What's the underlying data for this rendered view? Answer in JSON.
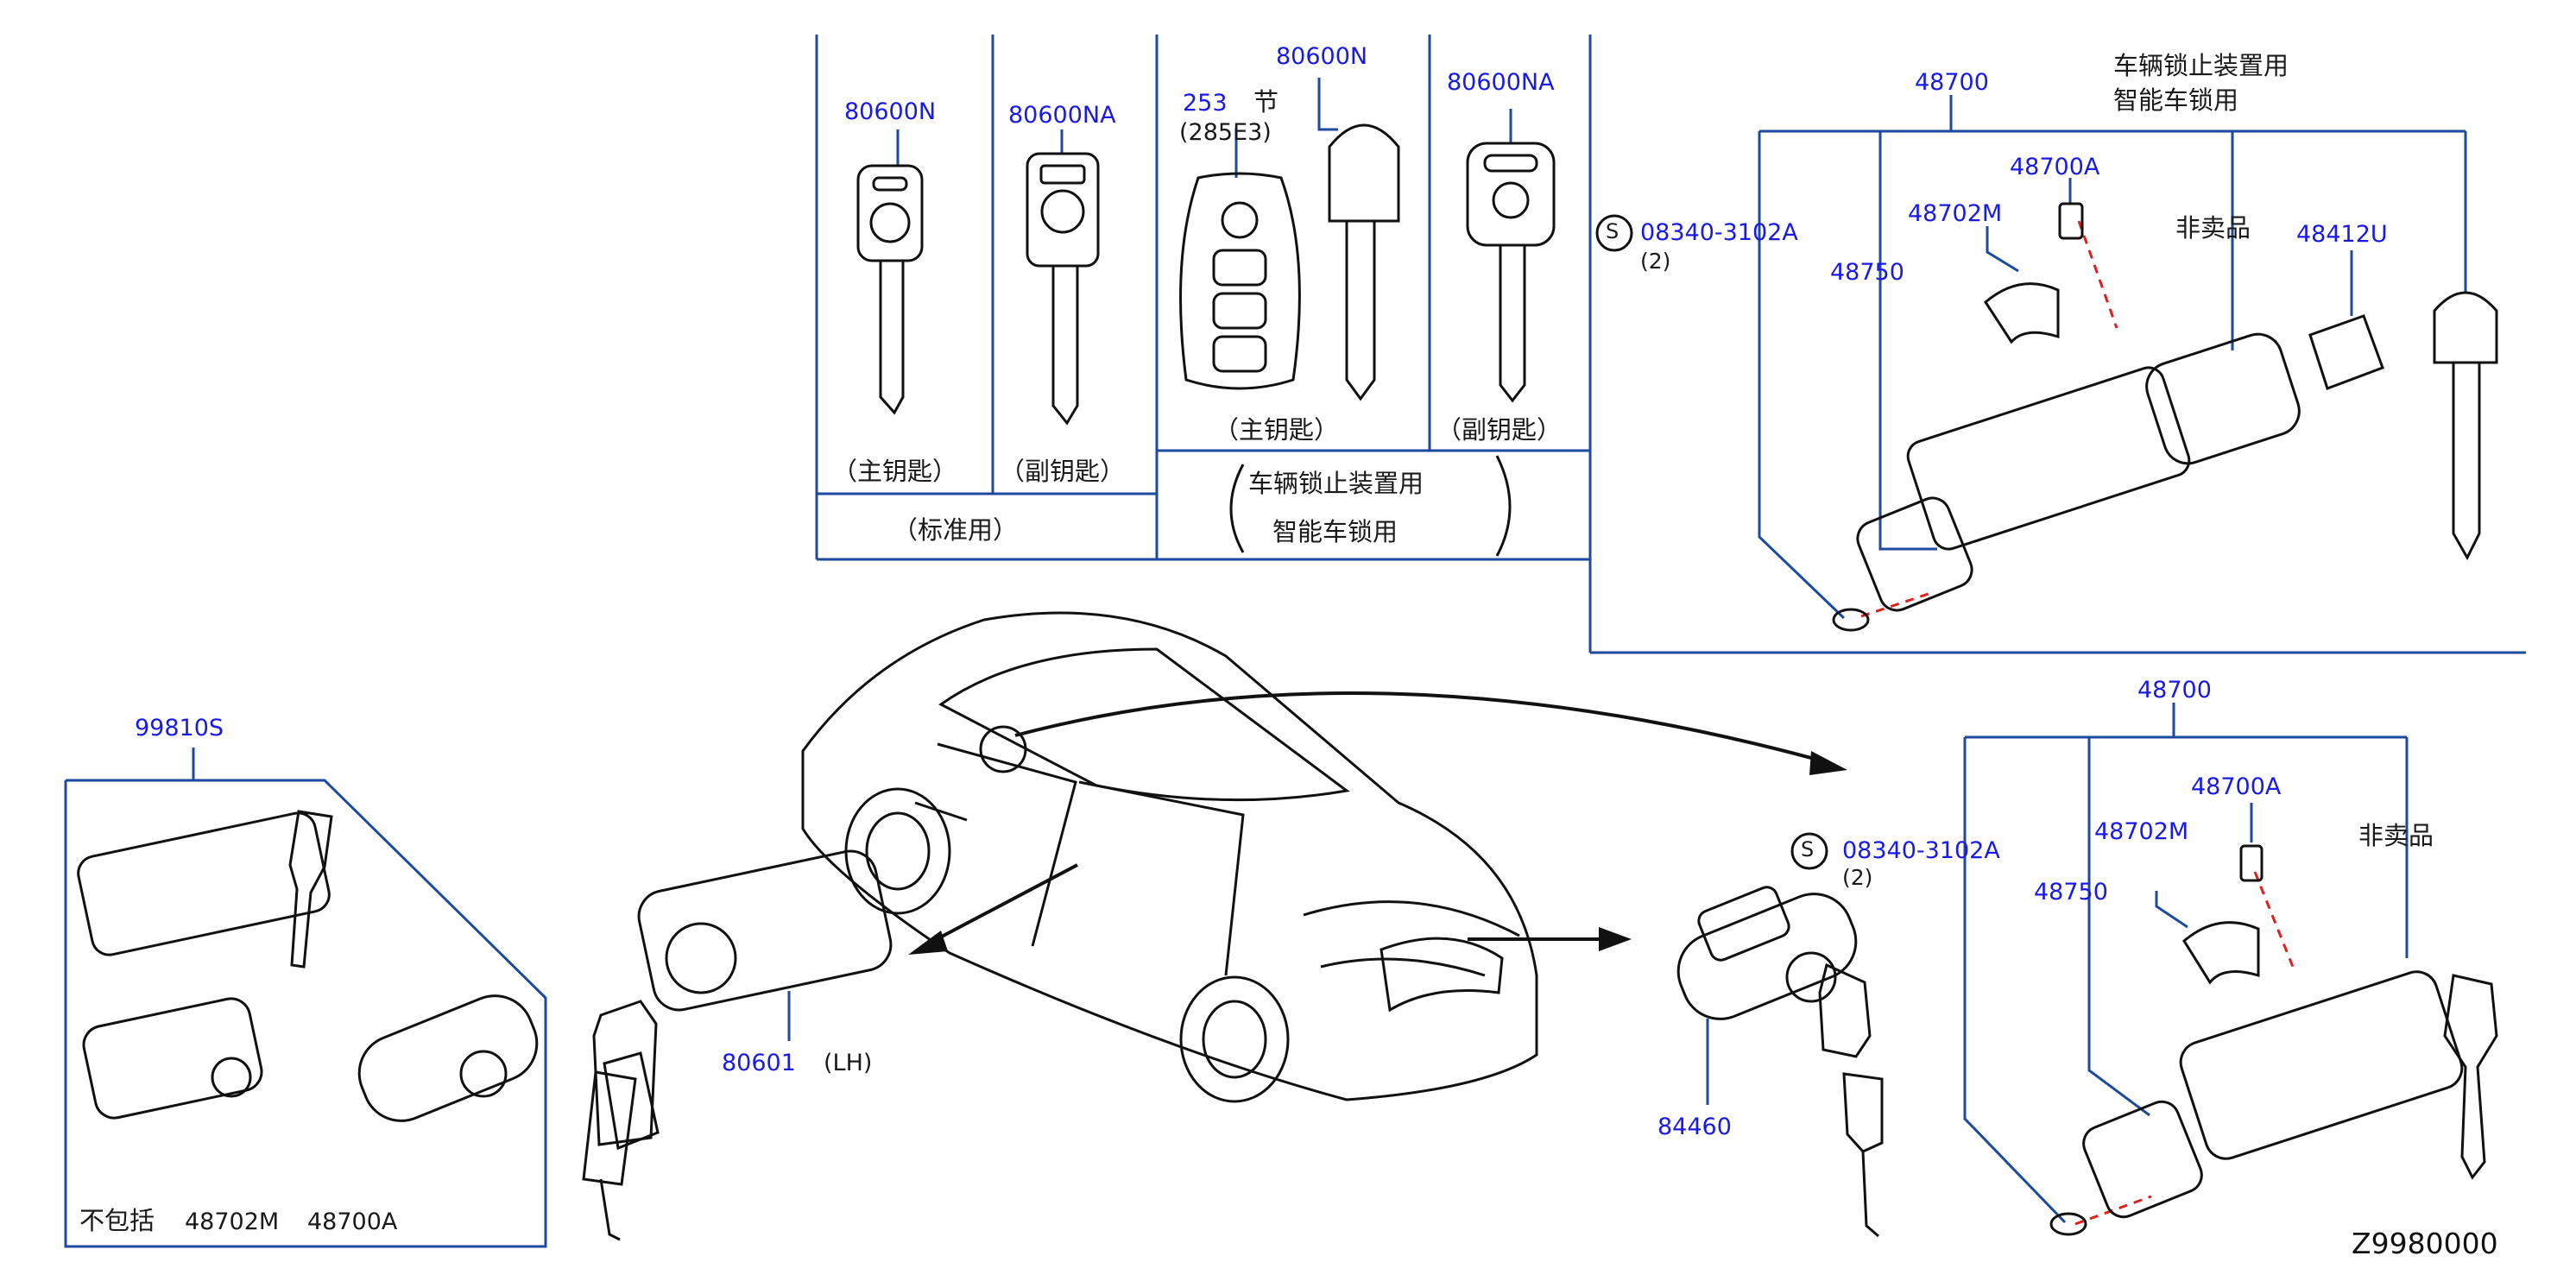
{
  "diagram_id": "Z9980000",
  "colors": {
    "part_number": "#1a1ae6",
    "lines": "#1d4a9e",
    "ink": "#111111",
    "leader_dashed": "#e02020"
  },
  "key_table": {
    "cells": [
      {
        "part": "80600N",
        "caption": "（主钥匙）"
      },
      {
        "part": "80600NA",
        "caption": "（副钥匙）"
      },
      {
        "part": "253",
        "part_suffix": "节",
        "sub": "(285E3)",
        "part2": "80600N",
        "caption": "（主钥匙）"
      },
      {
        "part": "80600NA",
        "caption": "（副钥匙）"
      }
    ],
    "group_standard": "（标准用）",
    "group_immobilizer_line1": "车辆锁止装置用",
    "group_immobilizer_line2": "智能车锁用"
  },
  "ignition_upper": {
    "assembly": "48700",
    "note_line1": "车辆锁止装置用",
    "note_line2": "智能车锁用",
    "screw_symbol": "S",
    "screw": "08340-3102A",
    "screw_qty": "(2)",
    "bolt": "48700A",
    "bracket": "48702M",
    "not_sold": "非卖品",
    "antenna": "48412U",
    "housing": "48750"
  },
  "ignition_lower": {
    "assembly": "48700",
    "screw_symbol": "S",
    "screw": "08340-3102A",
    "screw_qty": "(2)",
    "bolt": "48700A",
    "bracket": "48702M",
    "housing": "48750",
    "not_sold": "非卖品"
  },
  "kit": {
    "part": "99810S",
    "excludes_label": "不包括",
    "excludes_1": "48702M",
    "excludes_2": "48700A"
  },
  "door_lock": {
    "part": "80601",
    "side": "(LH)"
  },
  "trunk_lock": {
    "part": "84460"
  }
}
